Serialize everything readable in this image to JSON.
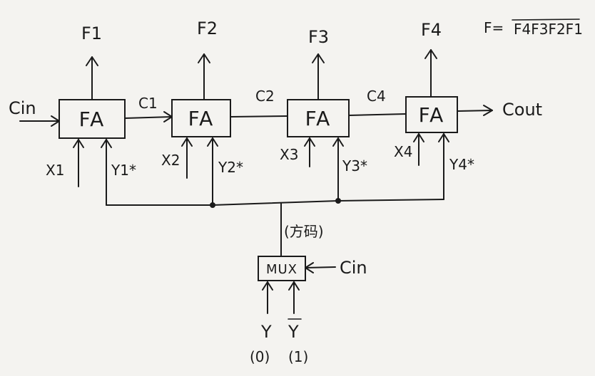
{
  "outputs": [
    "F1",
    "F2",
    "F3",
    "F4"
  ],
  "formula": {
    "lhs": "F=",
    "rhs": "F4F3F2F1"
  },
  "adders": {
    "label": "FA"
  },
  "carries": {
    "in": "Cin",
    "c1": "C1",
    "c2": "C2",
    "c4": "C4",
    "out": "Cout"
  },
  "x_inputs": [
    "X1",
    "X2",
    "X3",
    "X4"
  ],
  "y_inputs": [
    "Y1*",
    "Y2*",
    "Y3*",
    "Y4*"
  ],
  "mux": {
    "label": "MUX",
    "select": "Cin",
    "note": "(方码)",
    "input_y": "Y",
    "input_ybar": "Y",
    "code_y": "(0)",
    "code_ybar": "(1)"
  }
}
